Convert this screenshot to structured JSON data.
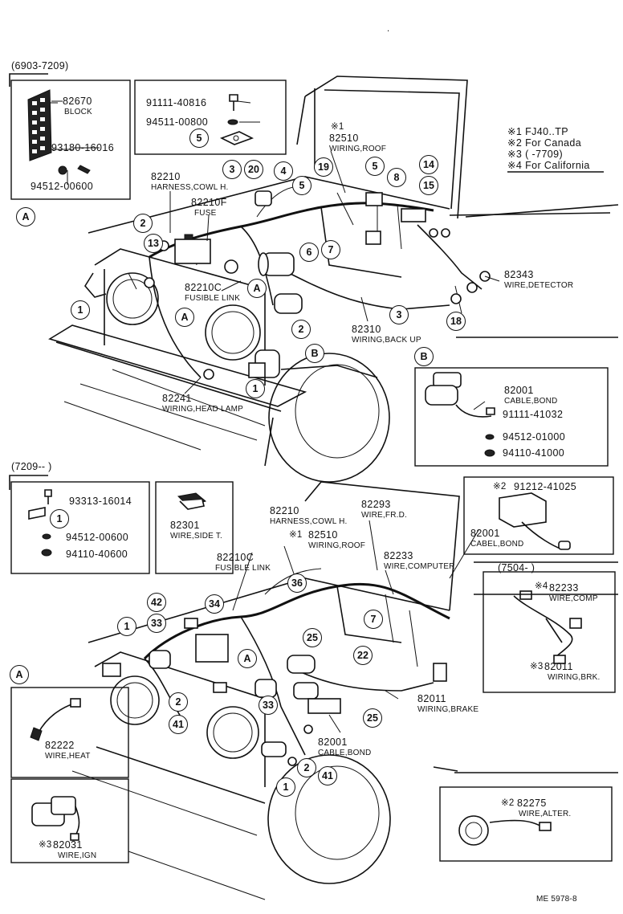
{
  "header": {
    "dot": "."
  },
  "top_section": {
    "range": "(6903-7209)",
    "block": {
      "pn": "82670",
      "name": "BLOCK",
      "screw": "93180-16016",
      "washer": "94512-00600"
    },
    "screw_box": {
      "screw": "91111-40816",
      "washer": "94511-00800",
      "callout": "5"
    },
    "notes": [
      "※1 FJ40..TP",
      "※2 For Canada",
      "※3 (        -7709)",
      "※4 For California"
    ],
    "harness_cowl": {
      "pn": "82210",
      "name": "HARNESS,COWL H."
    },
    "fuse": {
      "pn": "82210F",
      "name": "FUSE"
    },
    "fusible": {
      "pn": "82210C",
      "name": "FUSIBLE LINK"
    },
    "wiring_roof": {
      "mark": "※1",
      "pn": "82510",
      "name": "WIRING,ROOF"
    },
    "wire_detector": {
      "pn": "82343",
      "name": "WIRE,DETECTOR"
    },
    "wiring_backup": {
      "pn": "82310",
      "name": "WIRING,BACK UP"
    },
    "wiring_headlamp": {
      "pn": "82241",
      "name": "WIRING,HEAD LAMP"
    },
    "cable_bond": {
      "pn": "82001",
      "name": "CABLE,BOND",
      "screw": "91111-41032",
      "washer": "94512-01000",
      "nut": "94110-41000"
    },
    "callouts": [
      "3",
      "20",
      "4",
      "5",
      "19",
      "5",
      "8",
      "14",
      "15",
      "2",
      "13",
      "6",
      "7",
      "1",
      "3",
      "2",
      "18",
      "1"
    ],
    "letters": [
      "A",
      "A",
      "A",
      "B",
      "B"
    ]
  },
  "bottom_section": {
    "range": "(7209--      )",
    "bracket_box": {
      "screw": "93313-16014",
      "callout": "1",
      "washer": "94512-00600",
      "nut": "94110-40600"
    },
    "side_t": {
      "pn": "82301",
      "name": "WIRE,SIDE T."
    },
    "harness_cowl": {
      "pn": "82210",
      "name": "HARNESS,COWL H."
    },
    "wiring_roof": {
      "mark": "※1",
      "pn": "82510",
      "name": "WIRING,ROOF"
    },
    "wire_frd": {
      "pn": "82293",
      "name": "WIRE,FR.D."
    },
    "fusible": {
      "pn": "82210C",
      "name": "FUSIBLE LINK"
    },
    "wire_computer": {
      "pn": "82233",
      "name": "WIRE,COMPUTER"
    },
    "cable_bond_box": {
      "mark": "※2",
      "pn": "82001",
      "name": "CABEL,BOND",
      "screw": "91212-41025"
    },
    "sub_range": "(7504-        )",
    "wire_comp": {
      "mark": "※4",
      "pn": "82233",
      "name": "WIRE,COMP"
    },
    "wiring_brk": {
      "mark": "※3",
      "pn": "82011",
      "name": "WIRING,BRK."
    },
    "wiring_brake": {
      "pn": "82011",
      "name": "WIRING,BRAKE"
    },
    "cable_bond": {
      "pn": "82001",
      "name": "CABLE,BOND"
    },
    "wire_heat": {
      "pn": "82222",
      "name": "WIRE,HEAT"
    },
    "wire_ign": {
      "mark": "※3",
      "pn": "82031",
      "name": "WIRE,IGN"
    },
    "wire_alter": {
      "mark": "※2",
      "pn": "82275",
      "name": "WIRE,ALTER."
    },
    "callouts": [
      "42",
      "34",
      "33",
      "1",
      "2",
      "41",
      "36",
      "7",
      "25",
      "22",
      "25",
      "33",
      "1",
      "2",
      "41"
    ],
    "letters": [
      "A",
      "A"
    ]
  },
  "footer": {
    "code": "ME 5978-8"
  }
}
